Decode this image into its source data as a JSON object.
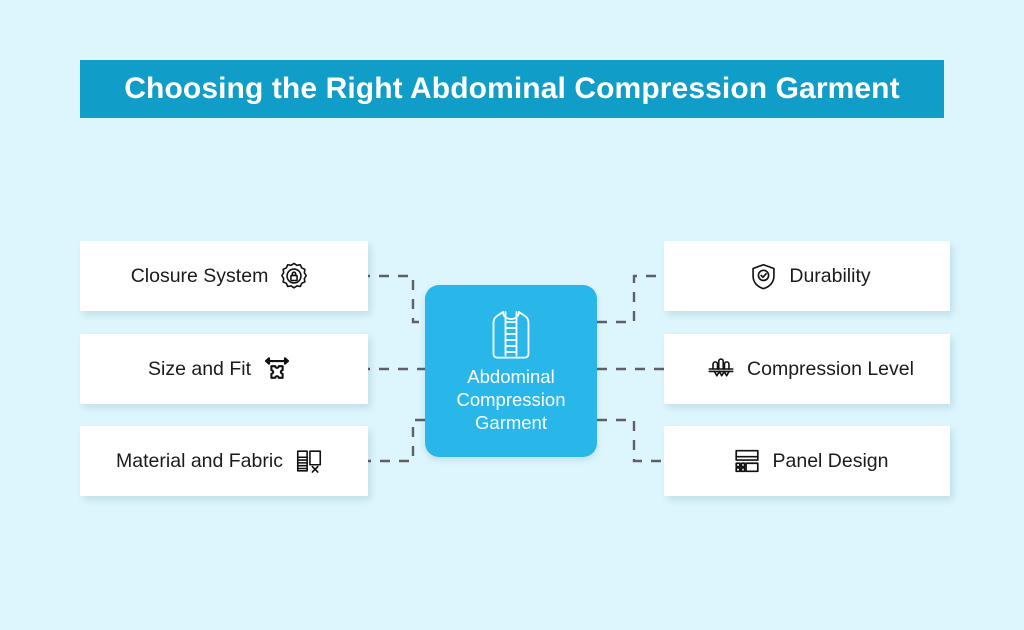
{
  "page": {
    "background_color": "#ddf6fd",
    "title_bar_color": "#109ec8",
    "center_node_color": "#29b6e8",
    "card_color": "#ffffff",
    "connector_color": "#5e6066"
  },
  "header": {
    "title": "Choosing the Right Abdominal Compression Garment"
  },
  "center": {
    "label": "Abdominal Compression Garment",
    "icon": "compression-vest-icon"
  },
  "left_branches": [
    {
      "label": "Closure System",
      "icon": "gear-lock-icon"
    },
    {
      "label": "Size and Fit",
      "icon": "measure-fit-icon"
    },
    {
      "label": "Material and Fabric",
      "icon": "fabric-swatch-icon"
    }
  ],
  "right_branches": [
    {
      "label": "Durability",
      "icon": "shield-check-icon"
    },
    {
      "label": "Compression Level",
      "icon": "compression-press-icon"
    },
    {
      "label": "Panel Design",
      "icon": "panel-layout-icon"
    }
  ]
}
